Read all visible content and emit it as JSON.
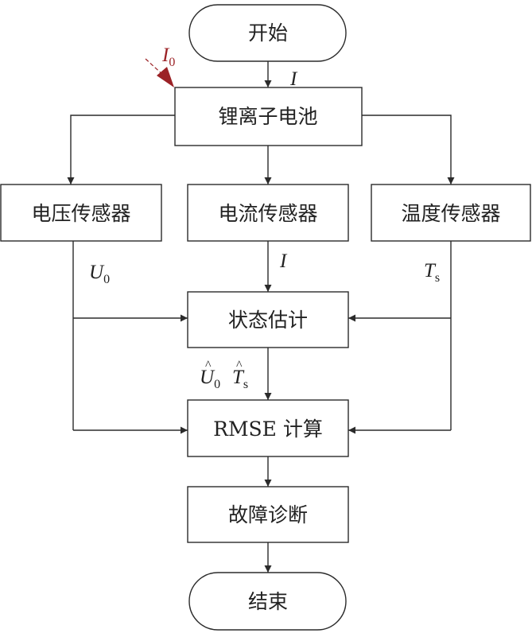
{
  "nodes": {
    "start": "开始",
    "battery": "锂离子电池",
    "voltage_sensor": "电压传感器",
    "current_sensor": "电流传感器",
    "temp_sensor": "温度传感器",
    "state_estimation": "状态估计",
    "rmse": "RMSE 计算",
    "fault_diagnosis": "故障诊断",
    "end": "结束"
  },
  "labels": {
    "fault_current": {
      "symbol": "I",
      "subscript": "0"
    },
    "battery_current": {
      "symbol": "I"
    },
    "sensor_current": {
      "symbol": "I"
    },
    "voltage": {
      "symbol": "U",
      "subscript": "0"
    },
    "temperature": {
      "symbol": "T",
      "subscript": "s"
    },
    "estimated_voltage": {
      "symbol": "U",
      "subscript": "0",
      "hat": "^"
    },
    "estimated_temperature": {
      "symbol": "T",
      "subscript": "s",
      "hat": "^"
    }
  },
  "colors": {
    "line": "#2b2b2b",
    "fault": "#9b2226"
  }
}
